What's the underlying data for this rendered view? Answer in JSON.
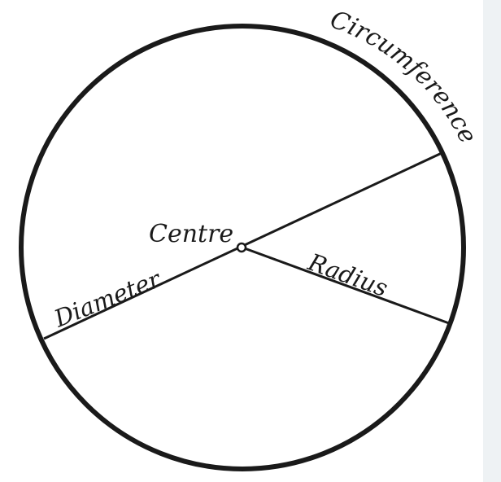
{
  "diagram": {
    "labels": {
      "circumference": "Circumference",
      "centre": "Centre",
      "diameter": "Diameter",
      "radius": "Radius"
    },
    "colors": {
      "stroke": "#1a1a1a",
      "background": "#ffffff",
      "right_edge": "#eef2f4"
    }
  }
}
